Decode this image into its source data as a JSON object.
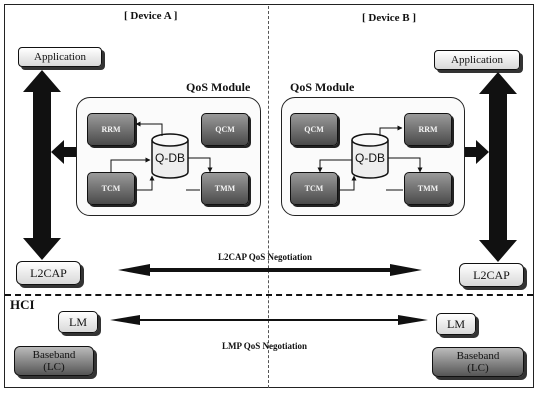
{
  "device_a": {
    "title": "[ Device A ]",
    "application": "Application",
    "qos_module": {
      "title": "QoS Module",
      "components": [
        "RRM",
        "QCM",
        "TCM",
        "TMM"
      ],
      "database": "Q-DB"
    },
    "l2cap": "L2CAP",
    "lm": "LM",
    "baseband": {
      "line1": "Baseband",
      "line2": "(LC)"
    }
  },
  "device_b": {
    "title": "[ Device B ]",
    "application": "Application",
    "qos_module": {
      "title": "QoS Module",
      "components": [
        "QCM",
        "RRM",
        "TCM",
        "TMM"
      ],
      "database": "Q-DB"
    },
    "l2cap": "L2CAP",
    "lm": "LM",
    "baseband": {
      "line1": "Baseband",
      "line2": "(LC)"
    }
  },
  "negotiation": {
    "l2cap": "L2CAP QoS Negotiation",
    "lmp": "LMP QoS Negotiation"
  },
  "hci_label": "HCI"
}
